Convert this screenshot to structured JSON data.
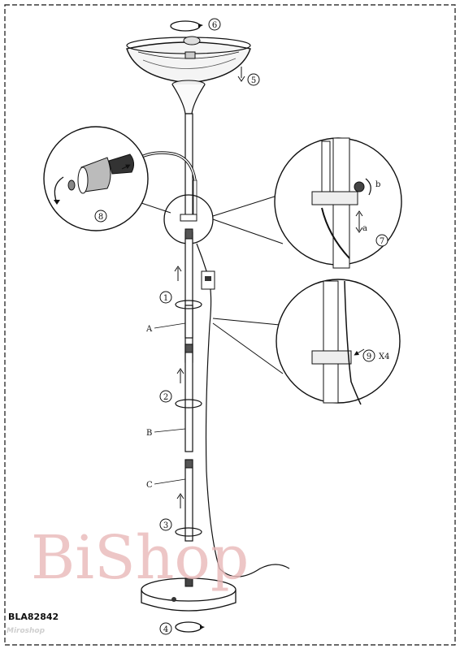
{
  "product_code": "BLA82842",
  "watermark": {
    "brand": "BiShop",
    "sub": "Miroshop",
    "color": "#e9b9b9"
  },
  "steps": [
    "1",
    "2",
    "3",
    "4",
    "5",
    "6",
    "7",
    "8",
    "9"
  ],
  "part_labels": {
    "a": "A",
    "b": "B",
    "c": "C"
  },
  "detail_labels": {
    "a": "a",
    "b": "b",
    "quantity": "X4"
  },
  "colors": {
    "line": "#111111",
    "background": "#ffffff",
    "shade": "#777777"
  }
}
